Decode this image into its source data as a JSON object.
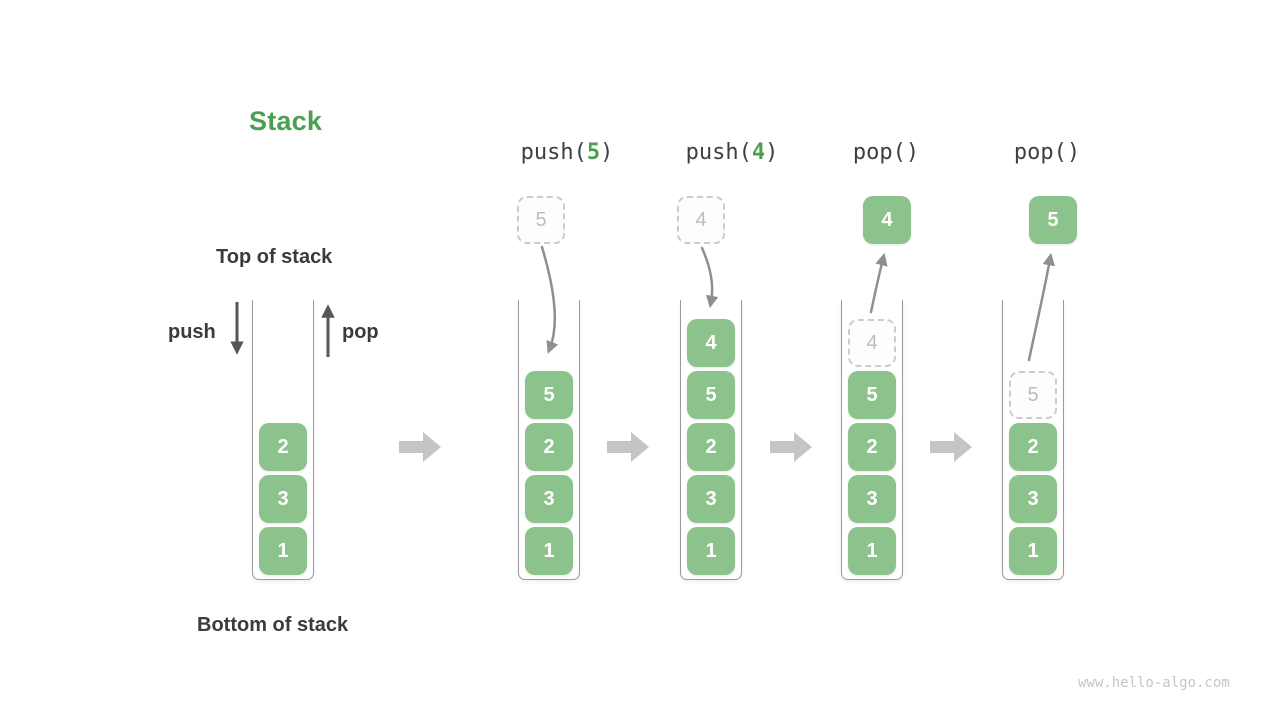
{
  "title": "Stack",
  "watermark": "www.hello-algo.com",
  "colors": {
    "accent_green": "#4a9f50",
    "box_green": "#8cc28c",
    "text_dark": "#3b3b3b",
    "ghost_gray": "#bdbdbd",
    "curve_arrow_gray": "#8f8f8f",
    "step_arrow_gray": "#c5c5c5",
    "push_pop_arrow_dark": "#55565a"
  },
  "legend": {
    "top_of_stack": "Top of stack",
    "bottom_of_stack": "Bottom of stack",
    "push": "push",
    "pop": "pop"
  },
  "initial_stack": {
    "items": [
      "2",
      "3",
      "1"
    ]
  },
  "steps": [
    {
      "label": {
        "pre": "push(",
        "arg": "5",
        "post": ")"
      },
      "floating": {
        "value": "5",
        "kind": "dashed"
      },
      "stack": [
        {
          "value": "5",
          "kind": "solid"
        },
        {
          "value": "2",
          "kind": "solid"
        },
        {
          "value": "3",
          "kind": "solid"
        },
        {
          "value": "1",
          "kind": "solid"
        }
      ]
    },
    {
      "label": {
        "pre": "push(",
        "arg": "4",
        "post": ")"
      },
      "floating": {
        "value": "4",
        "kind": "dashed"
      },
      "stack": [
        {
          "value": "4",
          "kind": "solid"
        },
        {
          "value": "5",
          "kind": "solid"
        },
        {
          "value": "2",
          "kind": "solid"
        },
        {
          "value": "3",
          "kind": "solid"
        },
        {
          "value": "1",
          "kind": "solid"
        }
      ]
    },
    {
      "label": {
        "pre": "pop()",
        "arg": "",
        "post": ""
      },
      "floating": {
        "value": "4",
        "kind": "solid"
      },
      "stack": [
        {
          "value": "4",
          "kind": "ghost"
        },
        {
          "value": "5",
          "kind": "solid"
        },
        {
          "value": "2",
          "kind": "solid"
        },
        {
          "value": "3",
          "kind": "solid"
        },
        {
          "value": "1",
          "kind": "solid"
        }
      ]
    },
    {
      "label": {
        "pre": "pop()",
        "arg": "",
        "post": ""
      },
      "floating": {
        "value": "5",
        "kind": "solid"
      },
      "stack": [
        {
          "value": "5",
          "kind": "ghost"
        },
        {
          "value": "2",
          "kind": "solid"
        },
        {
          "value": "3",
          "kind": "solid"
        },
        {
          "value": "1",
          "kind": "solid"
        }
      ]
    }
  ]
}
